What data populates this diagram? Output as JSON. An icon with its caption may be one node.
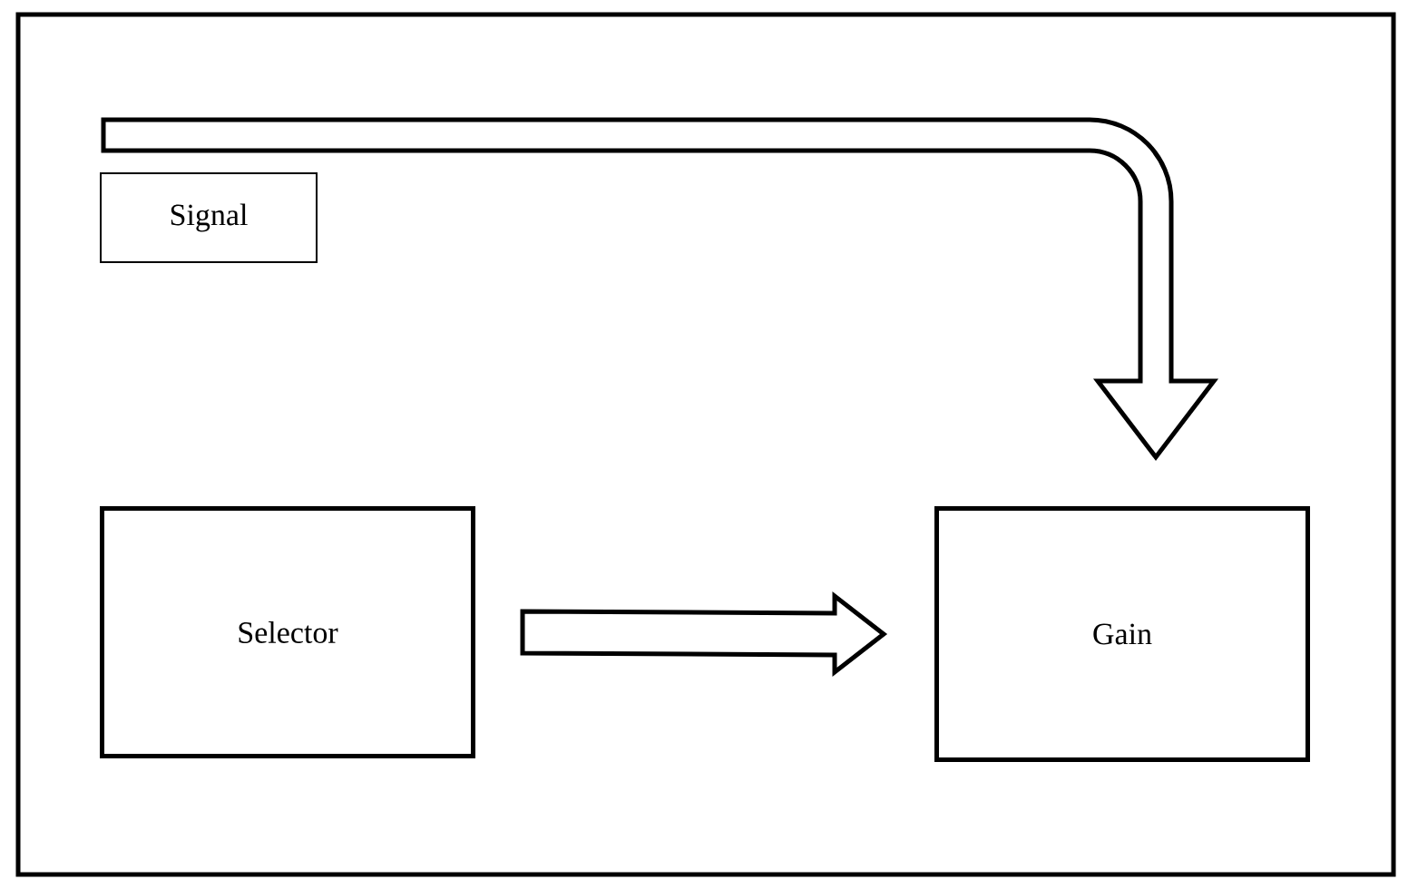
{
  "diagram": {
    "nodes": [
      {
        "text": [
          "Signal"
        ]
      },
      {
        "text": [
          "Selector"
        ]
      },
      {
        "text": [
          "Gain"
        ]
      }
    ],
    "edges": [
      {
        "from": 0,
        "to": 2,
        "arrow": "to"
      },
      {
        "from": 1,
        "to": 2,
        "arrow": "to"
      }
    ]
  }
}
